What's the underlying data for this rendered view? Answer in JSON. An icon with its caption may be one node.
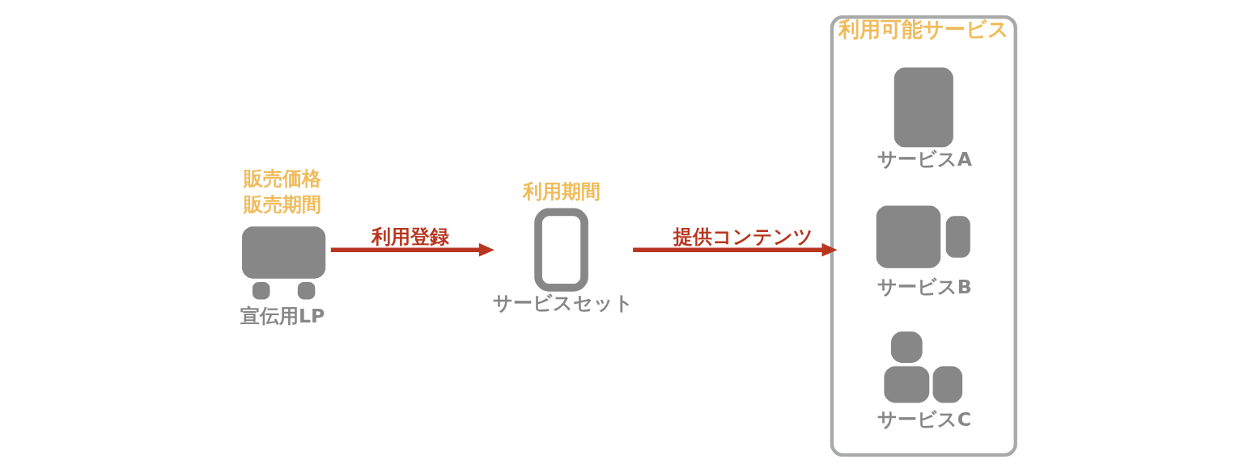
{
  "diagram": {
    "nodes": [
      {
        "text": [
          "宣伝用LP"
        ],
        "beside": [
          "販売価格",
          "販売期間"
        ]
      },
      {
        "text": [
          "サービスセット"
        ],
        "beside": [
          "利用期間"
        ]
      },
      {
        "text": [
          "利用可能サービス"
        ]
      },
      {
        "text": [
          "サービスA"
        ],
        "in": 2
      },
      {
        "text": [
          "サービスB"
        ],
        "in": 2
      },
      {
        "text": [
          "サービスC"
        ],
        "in": 2
      }
    ],
    "edges": [
      {
        "from": 0,
        "to": 1,
        "arrow": "to",
        "label": "利用登録"
      },
      {
        "from": 1,
        "to": 2,
        "arrow": "to",
        "label": "提供コンテンツ"
      }
    ]
  }
}
